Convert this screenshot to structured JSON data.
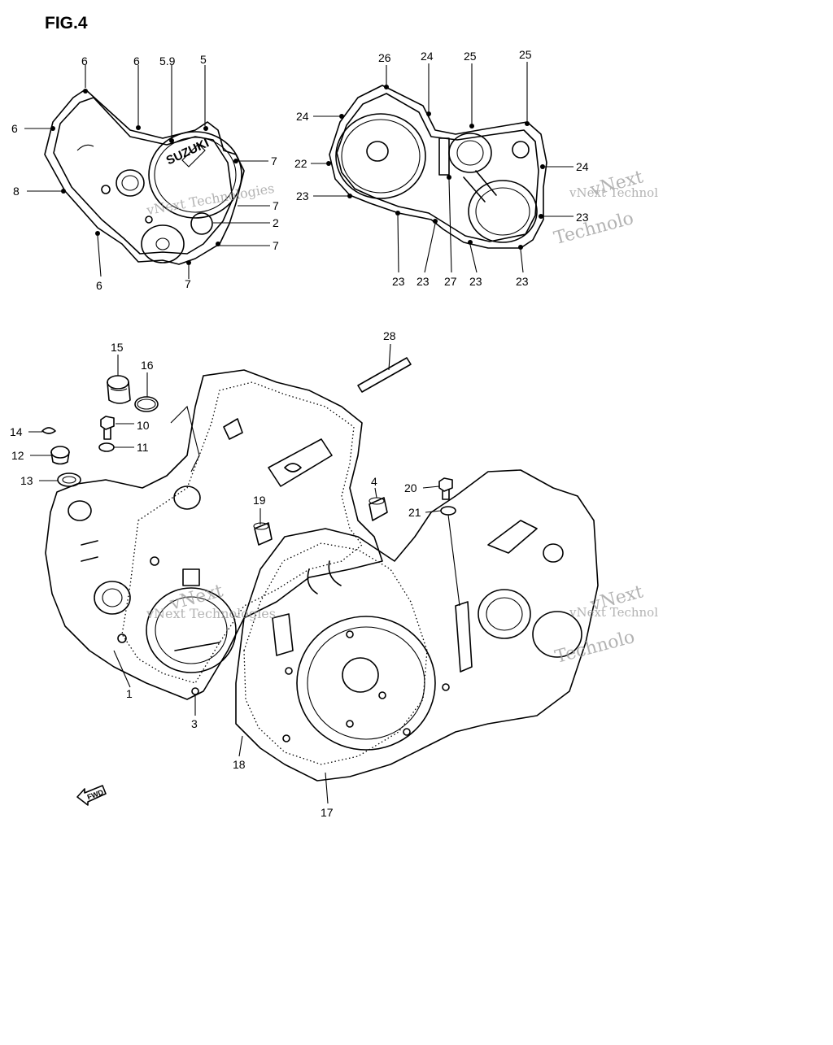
{
  "figure_title": "FIG.4",
  "brand_mark": "SUZUKI",
  "fwd_mark": "FWD",
  "watermark": {
    "text_a": "vNext Technologies",
    "text_b": "vNext Technol",
    "text_c": "Technolo",
    "text_d": "vNext"
  },
  "callouts": {
    "clutch_cover": [
      "6",
      "6",
      "5.9",
      "5",
      "6",
      "7",
      "8",
      "7",
      "2",
      "7",
      "6",
      "7"
    ],
    "gen_cover": [
      "26",
      "24",
      "25",
      "25",
      "24",
      "22",
      "24",
      "23",
      "23",
      "23",
      "23",
      "27",
      "23",
      "23"
    ],
    "crankcase": [
      "28",
      "15",
      "16",
      "14",
      "10",
      "12",
      "11",
      "13",
      "4",
      "20",
      "19",
      "21",
      "1",
      "3",
      "18",
      "17"
    ]
  }
}
